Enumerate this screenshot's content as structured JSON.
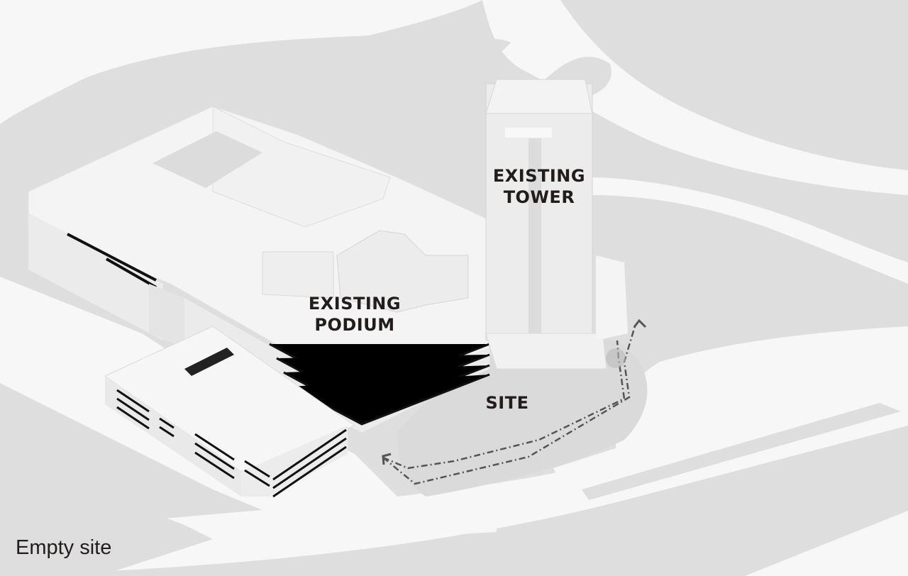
{
  "diagram": {
    "caption": "Empty site",
    "labels": {
      "tower_line1": "EXISTING",
      "tower_line2": "TOWER",
      "podium_line1": "EXISTING",
      "podium_line2": "PODIUM",
      "site": "SITE"
    },
    "colors": {
      "ground": "#dedede",
      "road": "#f7f7f7",
      "building": "#f4f4f4",
      "text": "#231c1c",
      "path": "#555555"
    },
    "elements": [
      "existing-tower",
      "existing-podium",
      "parking-building",
      "site-area",
      "access-path-arrows",
      "roads"
    ]
  }
}
